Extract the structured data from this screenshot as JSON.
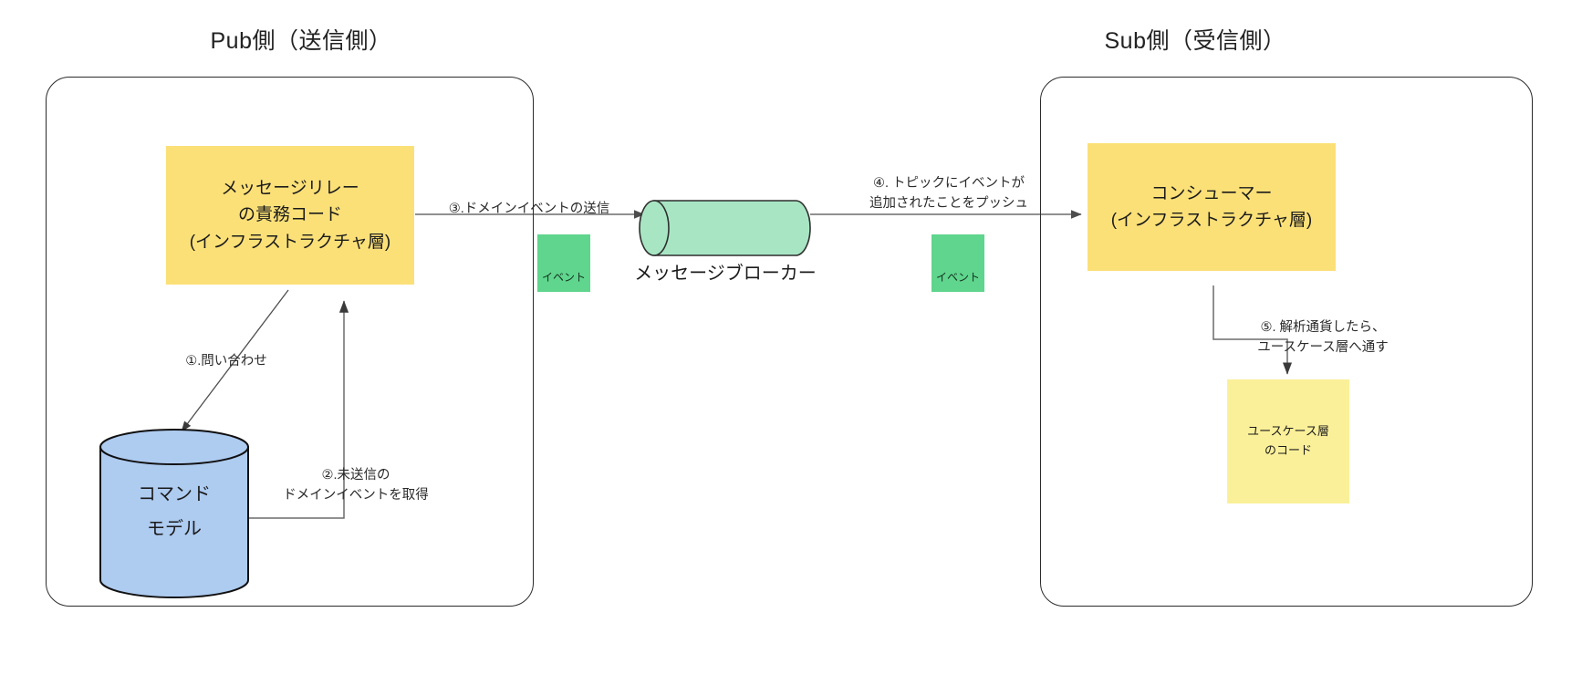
{
  "diagram": {
    "panels": [
      {
        "title": "Pub側（送信側）"
      },
      {
        "title": "Sub側（受信側）"
      }
    ],
    "nodes": {
      "message_relay": {
        "line1": "メッセージリレー",
        "line2": "の責務コード",
        "line3": "(インフラストラクチャ層)"
      },
      "command_model": {
        "line1": "コマンド",
        "line2": "モデル"
      },
      "message_broker": {
        "label": "メッセージブローカー"
      },
      "consumer": {
        "line1": "コンシューマー",
        "line2": "(インフラストラクチャ層)"
      },
      "usecase_code": {
        "line1": "ユースケース層",
        "line2": "のコード"
      },
      "event_badge_pub": {
        "label": "イベント"
      },
      "event_badge_sub": {
        "label": "イベント"
      }
    },
    "edges": {
      "step1": {
        "label": "①.問い合わせ"
      },
      "step2": {
        "line1": "②.未送信の",
        "line2": "ドメインイベントを取得"
      },
      "step3": {
        "label": "③.ドメインイベントの送信"
      },
      "step4": {
        "line1": "④. トピックにイベントが",
        "line2": "追加されたことをプッシュ"
      },
      "step5": {
        "line1": "⑤. 解析通貨したら、",
        "line2": "ユースケース層へ通す"
      }
    },
    "colors": {
      "yellow": "#fbe078",
      "yellow_light": "#fbf09a",
      "green_badge": "#5fd58d",
      "green_cylinder": "#a8e6c3",
      "blue_cylinder": "#aecbf0",
      "stroke": "#4d4d4d",
      "panel_border": "#2b2b2b"
    }
  }
}
